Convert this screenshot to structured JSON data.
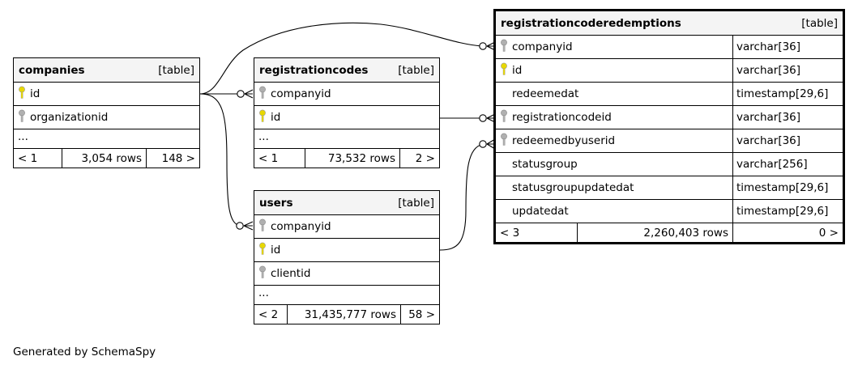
{
  "tables": {
    "companies": {
      "name": "companies",
      "kind": "[table]",
      "columns": [
        {
          "name": "id",
          "key": "primary"
        },
        {
          "name": "organizationid",
          "key": "foreign"
        }
      ],
      "ellipsis": "...",
      "footer": {
        "left": "< 1",
        "rows": "3,054 rows",
        "right": "148 >"
      }
    },
    "registrationcodes": {
      "name": "registrationcodes",
      "kind": "[table]",
      "columns": [
        {
          "name": "companyid",
          "key": "foreign"
        },
        {
          "name": "id",
          "key": "primary"
        }
      ],
      "ellipsis": "...",
      "footer": {
        "left": "< 1",
        "rows": "73,532 rows",
        "right": "2 >"
      }
    },
    "users": {
      "name": "users",
      "kind": "[table]",
      "columns": [
        {
          "name": "companyid",
          "key": "foreign"
        },
        {
          "name": "id",
          "key": "primary"
        },
        {
          "name": "clientid",
          "key": "foreign"
        }
      ],
      "ellipsis": "...",
      "footer": {
        "left": "< 2",
        "rows": "31,435,777 rows",
        "right": "58 >"
      }
    },
    "registrationcoderedemptions": {
      "name": "registrationcoderedemptions",
      "kind": "[table]",
      "columns": [
        {
          "name": "companyid",
          "type": "varchar[36]",
          "key": "foreign"
        },
        {
          "name": "id",
          "type": "varchar[36]",
          "key": "primary"
        },
        {
          "name": "redeemedat",
          "type": "timestamp[29,6]",
          "key": "none"
        },
        {
          "name": "registrationcodeid",
          "type": "varchar[36]",
          "key": "foreign"
        },
        {
          "name": "redeemedbyuserid",
          "type": "varchar[36]",
          "key": "foreign"
        },
        {
          "name": "statusgroup",
          "type": "varchar[256]",
          "key": "none"
        },
        {
          "name": "statusgroupupdatedat",
          "type": "timestamp[29,6]",
          "key": "none"
        },
        {
          "name": "updatedat",
          "type": "timestamp[29,6]",
          "key": "none"
        }
      ],
      "footer": {
        "left": "< 3",
        "rows": "2,260,403 rows",
        "right": "0 >"
      }
    }
  },
  "key_colors": {
    "primary": "#e8d800",
    "foreign": "#b0b0b0"
  },
  "footer_note": "Generated by SchemaSpy"
}
